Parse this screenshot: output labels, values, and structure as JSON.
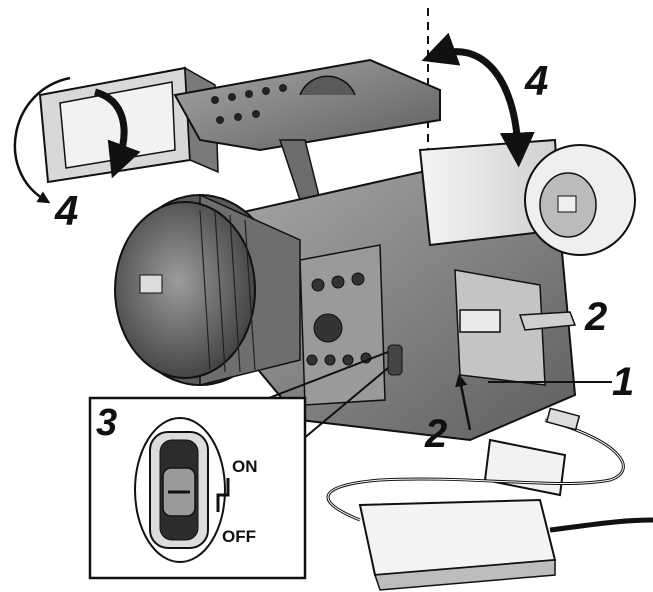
{
  "callouts": {
    "step_1": "1",
    "step_2_top": "2",
    "step_2_bottom": "2",
    "step_3": "3",
    "step_4_top": "4",
    "step_4_left": "4"
  },
  "power_switch": {
    "on_label": "ON",
    "off_label": "OFF"
  },
  "colors": {
    "line": "#111111",
    "body_gray": "#8a8a8a",
    "dark_gray": "#4a4a4a",
    "light_gray": "#d6d6d6",
    "background": "#ffffff"
  }
}
